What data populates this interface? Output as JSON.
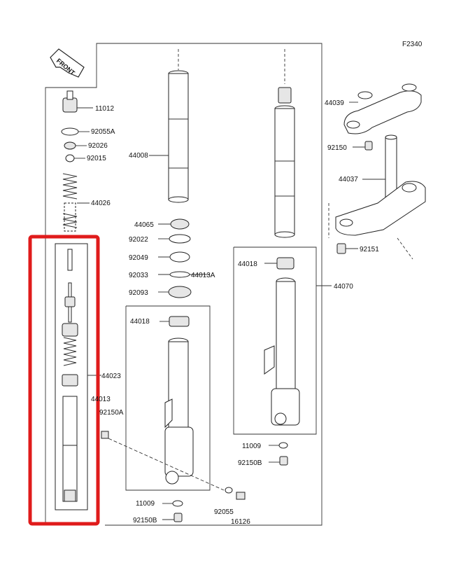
{
  "figure_code": "F2340",
  "front_arrow_text": "FRONT",
  "highlight_color": "#e01b1b",
  "labels": {
    "p11012": "11012",
    "p92055A": "92055A",
    "p92026": "92026",
    "p92015": "92015",
    "p44026": "44026",
    "p44008": "44008",
    "p44065": "44065",
    "p92022": "92022",
    "p92049": "92049",
    "p92033": "92033",
    "p44013A": "44013A",
    "p92093": "92093",
    "p44018_left": "44018",
    "p44023": "44023",
    "p44013": "44013",
    "p92150A": "92150A",
    "p11009_bottom": "11009",
    "p92150B_bottom": "92150B",
    "p92055": "92055",
    "p16126": "16126",
    "p44039": "44039",
    "p92150": "92150",
    "p44037": "44037",
    "p92151": "92151",
    "p44018_right": "44018",
    "p44070": "44070",
    "p11009_right": "11009",
    "p92150B_right": "92150B"
  }
}
